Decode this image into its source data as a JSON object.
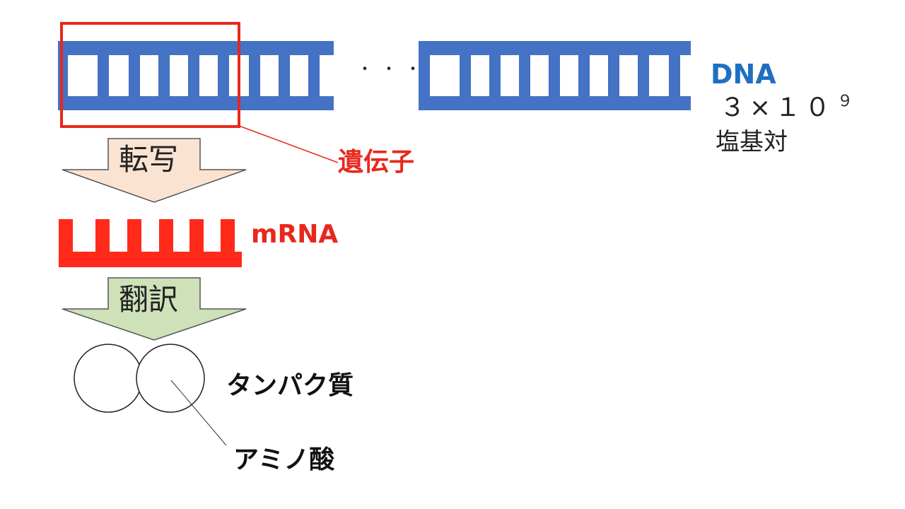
{
  "diagram": {
    "dna_label": "DNA",
    "base_pair_count": {
      "coefficient": "３×１０",
      "exponent": "９"
    },
    "base_pair_unit": "塩基対",
    "gene_label": "遺伝子",
    "ellipsis": "・・・",
    "transcription_label": "転写",
    "mrna_label": "mRNA",
    "translation_label": "翻訳",
    "protein_label": "タンパク質",
    "amino_acid_label": "アミノ酸"
  },
  "colors": {
    "dna": "#4472c4",
    "gene_highlight": "#e8281d",
    "mrna": "#ff2a1a",
    "transcription_arrow_fill": "#fbe3d2",
    "translation_arrow_fill": "#cfe1b8",
    "dna_text": "#1f6fc2",
    "red_text": "#e8281d"
  }
}
